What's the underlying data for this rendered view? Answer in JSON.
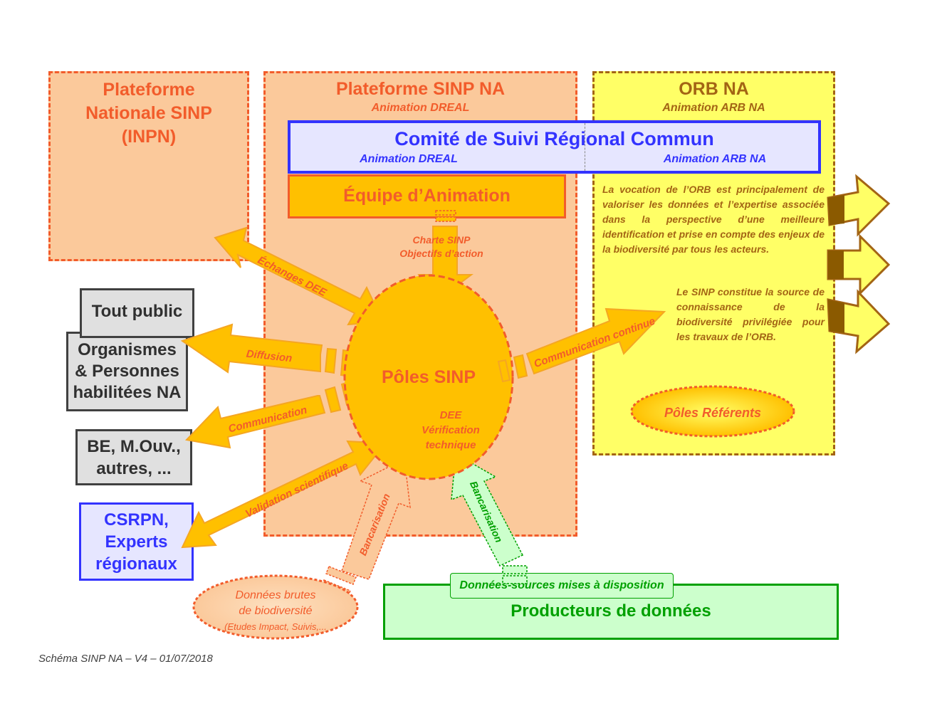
{
  "colors": {
    "orange_dashed": "#f25c2b",
    "peach": "#fbc99b",
    "yellow": "#ffff66",
    "brown": "#a36414",
    "gold": "#ffc000",
    "blue": "#3333ff",
    "green": "#00a000",
    "light_green": "#ccffcc"
  },
  "platforms": {
    "nationale": {
      "title_line1": "Plateforme",
      "title_line2": "Nationale SINP",
      "title_line3": "(INPN)"
    },
    "sinp_na": {
      "title": "Plateforme SINP NA",
      "subtitle": "Animation DREAL"
    },
    "orb_na": {
      "title": "ORB NA",
      "subtitle": "Animation ARB NA"
    }
  },
  "comite": {
    "title": "Comité de Suivi Régional Commun",
    "left_sub": "Animation DREAL",
    "right_sub": "Animation ARB NA"
  },
  "equipe": {
    "title": "Équipe d’Animation"
  },
  "charte": {
    "line1": "Charte SINP",
    "line2": "Objectifs d’action"
  },
  "poles_sinp": {
    "title": "Pôles SINP",
    "dee": "DEE",
    "verif": "Vérification",
    "tech": "technique"
  },
  "orb_text": {
    "p1": "La vocation de l’ORB est principalement de valoriser les données et l’expertise associée dans la perspective d’une meilleure identification et prise en compte des enjeux de la biodiversité par tous les acteurs.",
    "p2": "Le SINP constitue la source de connaissance de la biodiversité privilégiée pour les travaux de l’ORB."
  },
  "poles_referents": "Pôles Référents",
  "actors": {
    "tout_public": "Tout public",
    "organismes_l1": "Organismes",
    "organismes_l2": "& Personnes",
    "organismes_l3": "habilitées NA",
    "be_l1": "BE, M.Ouv.,",
    "be_l2": "autres, ...",
    "csrpn_l1": "CSRPN,",
    "csrpn_l2": "Experts",
    "csrpn_l3": "régionaux"
  },
  "arrows": {
    "echanges": "Échanges DEE",
    "diffusion": "Diffusion",
    "communication": "Communication",
    "validation": "Validation scientifique",
    "bancarisation_left": "Bancarisation",
    "bancarisation_right": "Bancarisation",
    "communication_continue": "Communication continue"
  },
  "donnees_brutes": {
    "l1": "Données brutes",
    "l2": "de biodiversité",
    "l3": "(Etudes Impact, Suivis,..."
  },
  "producteurs": {
    "title": "Producteurs de données",
    "tab": "Données-sources mises à disposition"
  },
  "footer": "Schéma SINP NA – V4 – 01/07/2018"
}
